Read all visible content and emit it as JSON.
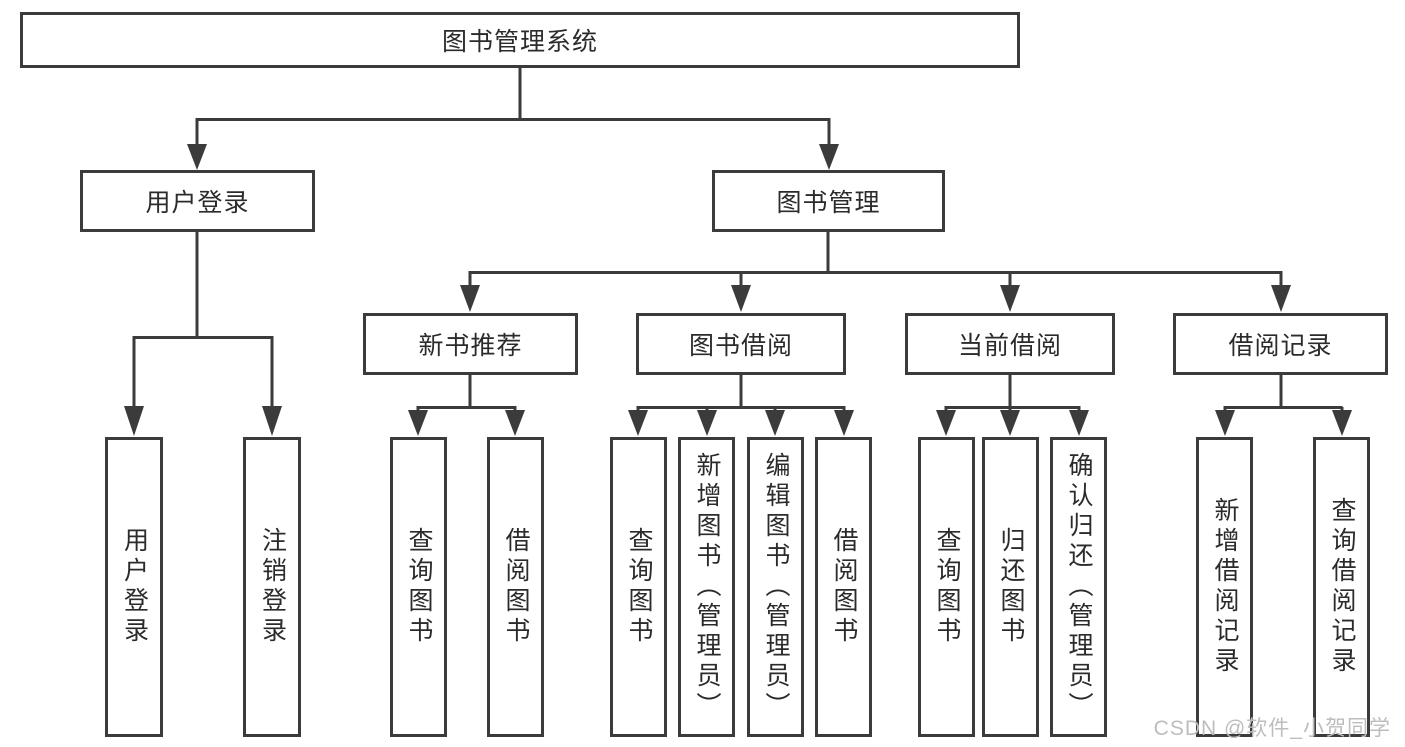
{
  "diagram": {
    "root": {
      "label": "图书管理系统"
    },
    "branches": [
      {
        "label": "用户登录",
        "children": [
          {
            "label": "用户登录"
          },
          {
            "label": "注销登录"
          }
        ]
      },
      {
        "label": "图书管理",
        "children": [
          {
            "label": "新书推荐",
            "children": [
              {
                "label": "查询图书"
              },
              {
                "label": "借阅图书"
              }
            ]
          },
          {
            "label": "图书借阅",
            "children": [
              {
                "label": "查询图书"
              },
              {
                "label": "新增图书（管理员）"
              },
              {
                "label": "编辑图书（管理员）"
              },
              {
                "label": "借阅图书"
              }
            ]
          },
          {
            "label": "当前借阅",
            "children": [
              {
                "label": "查询图书"
              },
              {
                "label": "归还图书"
              },
              {
                "label": "确认归还（管理员）"
              }
            ]
          },
          {
            "label": "借阅记录",
            "children": [
              {
                "label": "新增借阅记录"
              },
              {
                "label": "查询借阅记录"
              }
            ]
          }
        ]
      }
    ]
  },
  "watermark": {
    "text": "CSDN @软件_小贺同学"
  },
  "colors": {
    "line": "#3b3b3b",
    "text": "#2b2b2b",
    "watermark": "#bdbdbd",
    "background": "#ffffff"
  }
}
